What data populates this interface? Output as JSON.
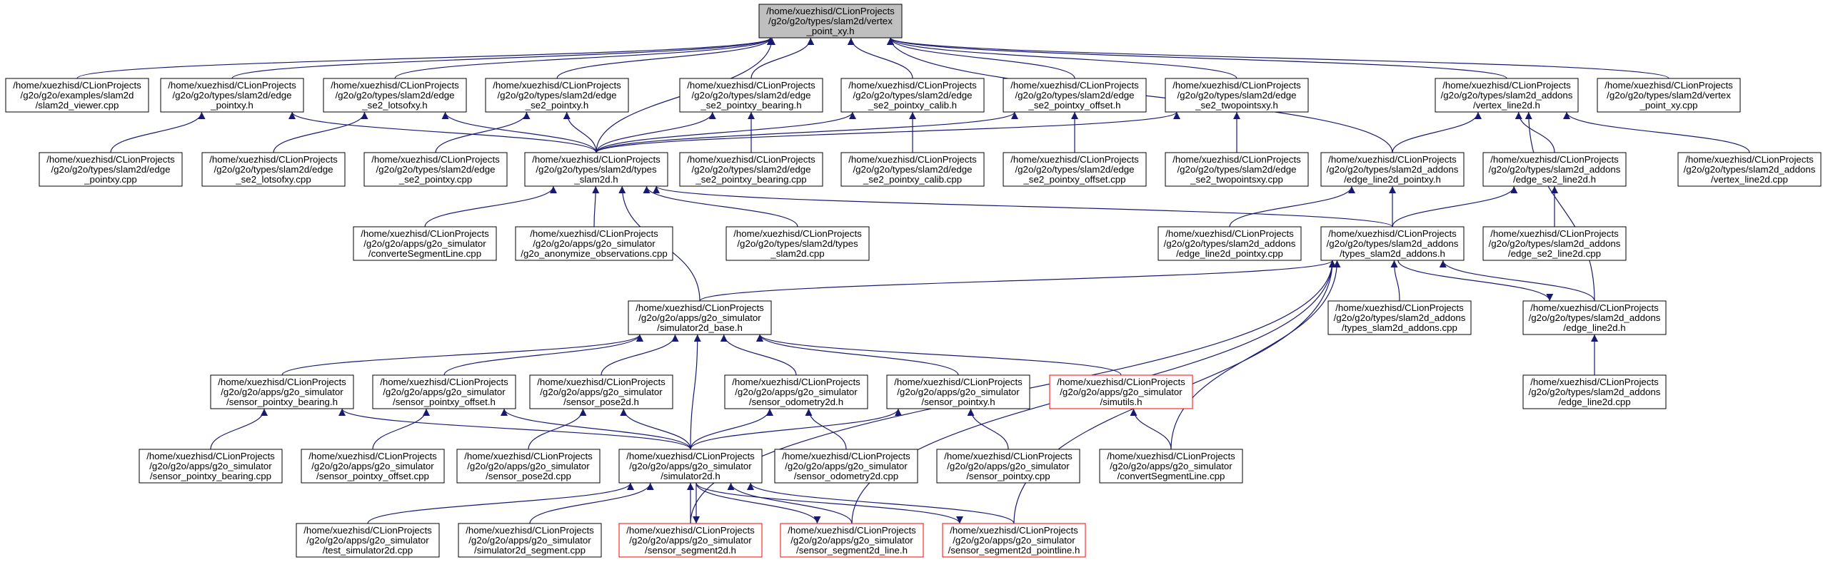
{
  "diagram": {
    "title": "",
    "colors": {
      "background": "#ffffff",
      "node_border": "#000000",
      "node_border_truncated": "#ff0000",
      "root_fill": "#bfbfbf",
      "node_fill": "#ffffff",
      "edge": "#191970",
      "text": "#000000"
    },
    "nodes": [
      {
        "id": "vertex_point_xy_h",
        "root": true,
        "lines": [
          "/home/xuezhisd/CLionProjects",
          "/g2o/g2o/types/slam2d/vertex",
          "_point_xy.h"
        ]
      },
      {
        "id": "slam2d_viewer_cpp",
        "lines": [
          "/home/xuezhisd/CLionProjects",
          "/g2o/g2o/examples/slam2d",
          "/slam2d_viewer.cpp"
        ]
      },
      {
        "id": "edge_pointxy_h",
        "lines": [
          "/home/xuezhisd/CLionProjects",
          "/g2o/g2o/types/slam2d/edge",
          "_pointxy.h"
        ]
      },
      {
        "id": "edge_se2_lotsofxy_h",
        "lines": [
          "/home/xuezhisd/CLionProjects",
          "/g2o/g2o/types/slam2d/edge",
          "_se2_lotsofxy.h"
        ]
      },
      {
        "id": "edge_se2_pointxy_h",
        "lines": [
          "/home/xuezhisd/CLionProjects",
          "/g2o/g2o/types/slam2d/edge",
          "_se2_pointxy.h"
        ]
      },
      {
        "id": "edge_se2_pointxy_bearing_h",
        "lines": [
          "/home/xuezhisd/CLionProjects",
          "/g2o/g2o/types/slam2d/edge",
          "_se2_pointxy_bearing.h"
        ]
      },
      {
        "id": "edge_se2_pointxy_calib_h",
        "lines": [
          "/home/xuezhisd/CLionProjects",
          "/g2o/g2o/types/slam2d/edge",
          "_se2_pointxy_calib.h"
        ]
      },
      {
        "id": "edge_se2_pointxy_offset_h",
        "lines": [
          "/home/xuezhisd/CLionProjects",
          "/g2o/g2o/types/slam2d/edge",
          "_se2_pointxy_offset.h"
        ]
      },
      {
        "id": "edge_se2_twopointsxy_h",
        "lines": [
          "/home/xuezhisd/CLionProjects",
          "/g2o/g2o/types/slam2d/edge",
          "_se2_twopointsxy.h"
        ]
      },
      {
        "id": "vertex_line2d_h",
        "lines": [
          "/home/xuezhisd/CLionProjects",
          "/g2o/g2o/types/slam2d_addons",
          "/vertex_line2d.h"
        ]
      },
      {
        "id": "vertex_point_xy_cpp",
        "lines": [
          "/home/xuezhisd/CLionProjects",
          "/g2o/g2o/types/slam2d/vertex",
          "_point_xy.cpp"
        ]
      },
      {
        "id": "edge_pointxy_cpp",
        "lines": [
          "/home/xuezhisd/CLionProjects",
          "/g2o/g2o/types/slam2d/edge",
          "_pointxy.cpp"
        ]
      },
      {
        "id": "edge_se2_lotsofxy_cpp",
        "lines": [
          "/home/xuezhisd/CLionProjects",
          "/g2o/g2o/types/slam2d/edge",
          "_se2_lotsofxy.cpp"
        ]
      },
      {
        "id": "edge_se2_pointxy_cpp",
        "lines": [
          "/home/xuezhisd/CLionProjects",
          "/g2o/g2o/types/slam2d/edge",
          "_se2_pointxy.cpp"
        ]
      },
      {
        "id": "types_slam2d_h",
        "lines": [
          "/home/xuezhisd/CLionProjects",
          "/g2o/g2o/types/slam2d/types",
          "_slam2d.h"
        ]
      },
      {
        "id": "edge_se2_pointxy_bearing_cpp",
        "lines": [
          "/home/xuezhisd/CLionProjects",
          "/g2o/g2o/types/slam2d/edge",
          "_se2_pointxy_bearing.cpp"
        ]
      },
      {
        "id": "edge_se2_pointxy_calib_cpp",
        "lines": [
          "/home/xuezhisd/CLionProjects",
          "/g2o/g2o/types/slam2d/edge",
          "_se2_pointxy_calib.cpp"
        ]
      },
      {
        "id": "edge_se2_pointxy_offset_cpp",
        "lines": [
          "/home/xuezhisd/CLionProjects",
          "/g2o/g2o/types/slam2d/edge",
          "_se2_pointxy_offset.cpp"
        ]
      },
      {
        "id": "edge_se2_twopointsxy_cpp",
        "lines": [
          "/home/xuezhisd/CLionProjects",
          "/g2o/g2o/types/slam2d/edge",
          "_se2_twopointsxy.cpp"
        ]
      },
      {
        "id": "edge_line2d_pointxy_h",
        "lines": [
          "/home/xuezhisd/CLionProjects",
          "/g2o/g2o/types/slam2d_addons",
          "/edge_line2d_pointxy.h"
        ]
      },
      {
        "id": "edge_se2_line2d_h",
        "lines": [
          "/home/xuezhisd/CLionProjects",
          "/g2o/g2o/types/slam2d_addons",
          "/edge_se2_line2d.h"
        ]
      },
      {
        "id": "vertex_line2d_cpp",
        "lines": [
          "/home/xuezhisd/CLionProjects",
          "/g2o/g2o/types/slam2d_addons",
          "/vertex_line2d.cpp"
        ]
      },
      {
        "id": "convertSegmentLine_cpp_a",
        "lines": [
          "/home/xuezhisd/CLionProjects",
          "/g2o/g2o/apps/g2o_simulator",
          "/converteSegmentLine.cpp"
        ]
      },
      {
        "id": "g2o_anonymize_cpp",
        "lines": [
          "/home/xuezhisd/CLionProjects",
          "/g2o/g2o/apps/g2o_simulator",
          "/g2o_anonymize_observations.cpp"
        ]
      },
      {
        "id": "types_slam2d_cpp",
        "lines": [
          "/home/xuezhisd/CLionProjects",
          "/g2o/g2o/types/slam2d/types",
          "_slam2d.cpp"
        ]
      },
      {
        "id": "edge_line2d_pointxy_cpp",
        "lines": [
          "/home/xuezhisd/CLionProjects",
          "/g2o/g2o/types/slam2d_addons",
          "/edge_line2d_pointxy.cpp"
        ]
      },
      {
        "id": "types_slam2d_addons_h",
        "lines": [
          "/home/xuezhisd/CLionProjects",
          "/g2o/g2o/types/slam2d_addons",
          "/types_slam2d_addons.h"
        ]
      },
      {
        "id": "edge_se2_line2d_cpp",
        "lines": [
          "/home/xuezhisd/CLionProjects",
          "/g2o/g2o/types/slam2d_addons",
          "/edge_se2_line2d.cpp"
        ]
      },
      {
        "id": "simulator2d_base_h",
        "lines": [
          "/home/xuezhisd/CLionProjects",
          "/g2o/g2o/apps/g2o_simulator",
          "/simulator2d_base.h"
        ]
      },
      {
        "id": "types_slam2d_addons_cpp",
        "lines": [
          "/home/xuezhisd/CLionProjects",
          "/g2o/g2o/types/slam2d_addons",
          "/types_slam2d_addons.cpp"
        ]
      },
      {
        "id": "edge_line2d_h",
        "lines": [
          "/home/xuezhisd/CLionProjects",
          "/g2o/g2o/types/slam2d_addons",
          "/edge_line2d.h"
        ]
      },
      {
        "id": "sensor_pointxy_bearing_h",
        "lines": [
          "/home/xuezhisd/CLionProjects",
          "/g2o/g2o/apps/g2o_simulator",
          "/sensor_pointxy_bearing.h"
        ]
      },
      {
        "id": "sensor_pointxy_offset_h",
        "lines": [
          "/home/xuezhisd/CLionProjects",
          "/g2o/g2o/apps/g2o_simulator",
          "/sensor_pointxy_offset.h"
        ]
      },
      {
        "id": "sensor_pose2d_h",
        "lines": [
          "/home/xuezhisd/CLionProjects",
          "/g2o/g2o/apps/g2o_simulator",
          "/sensor_pose2d.h"
        ]
      },
      {
        "id": "sensor_odometry2d_h",
        "lines": [
          "/home/xuezhisd/CLionProjects",
          "/g2o/g2o/apps/g2o_simulator",
          "/sensor_odometry2d.h"
        ]
      },
      {
        "id": "sensor_pointxy_h",
        "lines": [
          "/home/xuezhisd/CLionProjects",
          "/g2o/g2o/apps/g2o_simulator",
          "/sensor_pointxy.h"
        ]
      },
      {
        "id": "simutils_h",
        "truncated": true,
        "lines": [
          "/home/xuezhisd/CLionProjects",
          "/g2o/g2o/apps/g2o_simulator",
          "/simutils.h"
        ]
      },
      {
        "id": "edge_line2d_cpp",
        "lines": [
          "/home/xuezhisd/CLionProjects",
          "/g2o/g2o/types/slam2d_addons",
          "/edge_line2d.cpp"
        ]
      },
      {
        "id": "sensor_pointxy_bearing_cpp",
        "lines": [
          "/home/xuezhisd/CLionProjects",
          "/g2o/g2o/apps/g2o_simulator",
          "/sensor_pointxy_bearing.cpp"
        ]
      },
      {
        "id": "sensor_pointxy_offset_cpp",
        "lines": [
          "/home/xuezhisd/CLionProjects",
          "/g2o/g2o/apps/g2o_simulator",
          "/sensor_pointxy_offset.cpp"
        ]
      },
      {
        "id": "sensor_pose2d_cpp",
        "lines": [
          "/home/xuezhisd/CLionProjects",
          "/g2o/g2o/apps/g2o_simulator",
          "/sensor_pose2d.cpp"
        ]
      },
      {
        "id": "simulator2d_h",
        "lines": [
          "/home/xuezhisd/CLionProjects",
          "/g2o/g2o/apps/g2o_simulator",
          "/simulator2d.h"
        ]
      },
      {
        "id": "sensor_odometry2d_cpp",
        "lines": [
          "/home/xuezhisd/CLionProjects",
          "/g2o/g2o/apps/g2o_simulator",
          "/sensor_odometry2d.cpp"
        ]
      },
      {
        "id": "sensor_pointxy_cpp",
        "lines": [
          "/home/xuezhisd/CLionProjects",
          "/g2o/g2o/apps/g2o_simulator",
          "/sensor_pointxy.cpp"
        ]
      },
      {
        "id": "convertSegmentLine_cpp_b",
        "lines": [
          "/home/xuezhisd/CLionProjects",
          "/g2o/g2o/apps/g2o_simulator",
          "/convertSegmentLine.cpp"
        ]
      },
      {
        "id": "test_simulator2d_cpp",
        "lines": [
          "/home/xuezhisd/CLionProjects",
          "/g2o/g2o/apps/g2o_simulator",
          "/test_simulator2d.cpp"
        ]
      },
      {
        "id": "simulator2d_segment_cpp",
        "lines": [
          "/home/xuezhisd/CLionProjects",
          "/g2o/g2o/apps/g2o_simulator",
          "/simulator2d_segment.cpp"
        ]
      },
      {
        "id": "sensor_segment2d_h",
        "truncated": true,
        "lines": [
          "/home/xuezhisd/CLionProjects",
          "/g2o/g2o/apps/g2o_simulator",
          "/sensor_segment2d.h"
        ]
      },
      {
        "id": "sensor_segment2d_line_h",
        "truncated": true,
        "lines": [
          "/home/xuezhisd/CLionProjects",
          "/g2o/g2o/apps/g2o_simulator",
          "/sensor_segment2d_line.h"
        ]
      },
      {
        "id": "sensor_segment2d_pointline_h",
        "truncated": true,
        "lines": [
          "/home/xuezhisd/CLionProjects",
          "/g2o/g2o/apps/g2o_simulator",
          "/sensor_segment2d_pointline.h"
        ]
      }
    ],
    "edges": [
      [
        "slam2d_viewer_cpp",
        "vertex_point_xy_h"
      ],
      [
        "edge_pointxy_h",
        "vertex_point_xy_h"
      ],
      [
        "edge_se2_lotsofxy_h",
        "vertex_point_xy_h"
      ],
      [
        "edge_se2_pointxy_h",
        "vertex_point_xy_h"
      ],
      [
        "edge_se2_pointxy_bearing_h",
        "vertex_point_xy_h"
      ],
      [
        "edge_se2_pointxy_calib_h",
        "vertex_point_xy_h"
      ],
      [
        "edge_se2_pointxy_offset_h",
        "vertex_point_xy_h"
      ],
      [
        "edge_se2_twopointsxy_h",
        "vertex_point_xy_h"
      ],
      [
        "vertex_line2d_h",
        "vertex_point_xy_h"
      ],
      [
        "vertex_point_xy_cpp",
        "vertex_point_xy_h"
      ],
      [
        "types_slam2d_h",
        "vertex_point_xy_h"
      ],
      [
        "edge_line2d_pointxy_h",
        "vertex_point_xy_h"
      ],
      [
        "edge_pointxy_cpp",
        "edge_pointxy_h"
      ],
      [
        "types_slam2d_h",
        "edge_pointxy_h"
      ],
      [
        "edge_se2_lotsofxy_cpp",
        "edge_se2_lotsofxy_h"
      ],
      [
        "types_slam2d_h",
        "edge_se2_lotsofxy_h"
      ],
      [
        "edge_se2_pointxy_cpp",
        "edge_se2_pointxy_h"
      ],
      [
        "types_slam2d_h",
        "edge_se2_pointxy_h"
      ],
      [
        "edge_se2_pointxy_bearing_cpp",
        "edge_se2_pointxy_bearing_h"
      ],
      [
        "types_slam2d_h",
        "edge_se2_pointxy_bearing_h"
      ],
      [
        "edge_se2_pointxy_calib_cpp",
        "edge_se2_pointxy_calib_h"
      ],
      [
        "types_slam2d_h",
        "edge_se2_pointxy_calib_h"
      ],
      [
        "edge_se2_pointxy_offset_cpp",
        "edge_se2_pointxy_offset_h"
      ],
      [
        "types_slam2d_h",
        "edge_se2_pointxy_offset_h"
      ],
      [
        "edge_se2_twopointsxy_cpp",
        "edge_se2_twopointsxy_h"
      ],
      [
        "types_slam2d_h",
        "edge_se2_twopointsxy_h"
      ],
      [
        "edge_line2d_pointxy_h",
        "vertex_line2d_h"
      ],
      [
        "edge_se2_line2d_h",
        "vertex_line2d_h"
      ],
      [
        "vertex_line2d_cpp",
        "vertex_line2d_h"
      ],
      [
        "edge_line2d_h",
        "vertex_line2d_h"
      ],
      [
        "convertSegmentLine_cpp_a",
        "types_slam2d_h"
      ],
      [
        "g2o_anonymize_cpp",
        "types_slam2d_h"
      ],
      [
        "types_slam2d_cpp",
        "types_slam2d_h"
      ],
      [
        "simulator2d_base_h",
        "types_slam2d_h"
      ],
      [
        "types_slam2d_addons_h",
        "types_slam2d_h"
      ],
      [
        "edge_line2d_pointxy_cpp",
        "edge_line2d_pointxy_h"
      ],
      [
        "types_slam2d_addons_h",
        "edge_line2d_pointxy_h"
      ],
      [
        "edge_se2_line2d_cpp",
        "edge_se2_line2d_h"
      ],
      [
        "types_slam2d_addons_h",
        "edge_se2_line2d_h"
      ],
      [
        "simulator2d_base_h",
        "types_slam2d_addons_h"
      ],
      [
        "types_slam2d_addons_cpp",
        "types_slam2d_addons_h"
      ],
      [
        "edge_line2d_h",
        "types_slam2d_addons_h"
      ],
      [
        "types_slam2d_addons_h",
        "edge_line2d_h"
      ],
      [
        "convertSegmentLine_cpp_b",
        "types_slam2d_addons_h"
      ],
      [
        "sensor_segment2d_h",
        "types_slam2d_addons_h"
      ],
      [
        "sensor_segment2d_line_h",
        "types_slam2d_addons_h"
      ],
      [
        "sensor_segment2d_pointline_h",
        "types_slam2d_addons_h"
      ],
      [
        "edge_line2d_cpp",
        "edge_line2d_h"
      ],
      [
        "sensor_pointxy_bearing_h",
        "simulator2d_base_h"
      ],
      [
        "sensor_pointxy_offset_h",
        "simulator2d_base_h"
      ],
      [
        "sensor_pose2d_h",
        "simulator2d_base_h"
      ],
      [
        "sensor_odometry2d_h",
        "simulator2d_base_h"
      ],
      [
        "sensor_pointxy_h",
        "simulator2d_base_h"
      ],
      [
        "simutils_h",
        "simulator2d_base_h"
      ],
      [
        "simulator2d_h",
        "simulator2d_base_h"
      ],
      [
        "sensor_pointxy_bearing_cpp",
        "sensor_pointxy_bearing_h"
      ],
      [
        "simulator2d_h",
        "sensor_pointxy_bearing_h"
      ],
      [
        "sensor_pointxy_offset_cpp",
        "sensor_pointxy_offset_h"
      ],
      [
        "simulator2d_h",
        "sensor_pointxy_offset_h"
      ],
      [
        "sensor_pose2d_cpp",
        "sensor_pose2d_h"
      ],
      [
        "simulator2d_h",
        "sensor_pose2d_h"
      ],
      [
        "sensor_odometry2d_cpp",
        "sensor_odometry2d_h"
      ],
      [
        "simulator2d_h",
        "sensor_odometry2d_h"
      ],
      [
        "sensor_pointxy_cpp",
        "sensor_pointxy_h"
      ],
      [
        "simulator2d_h",
        "sensor_pointxy_h"
      ],
      [
        "convertSegmentLine_cpp_b",
        "simutils_h"
      ],
      [
        "test_simulator2d_cpp",
        "simulator2d_h"
      ],
      [
        "simulator2d_segment_cpp",
        "simulator2d_h"
      ],
      [
        "sensor_segment2d_h",
        "simulator2d_h"
      ],
      [
        "simulator2d_h",
        "sensor_segment2d_h"
      ],
      [
        "sensor_segment2d_line_h",
        "simulator2d_h"
      ],
      [
        "simulator2d_h",
        "sensor_segment2d_line_h"
      ],
      [
        "sensor_segment2d_pointline_h",
        "simulator2d_h"
      ],
      [
        "simulator2d_h",
        "sensor_segment2d_pointline_h"
      ]
    ]
  }
}
